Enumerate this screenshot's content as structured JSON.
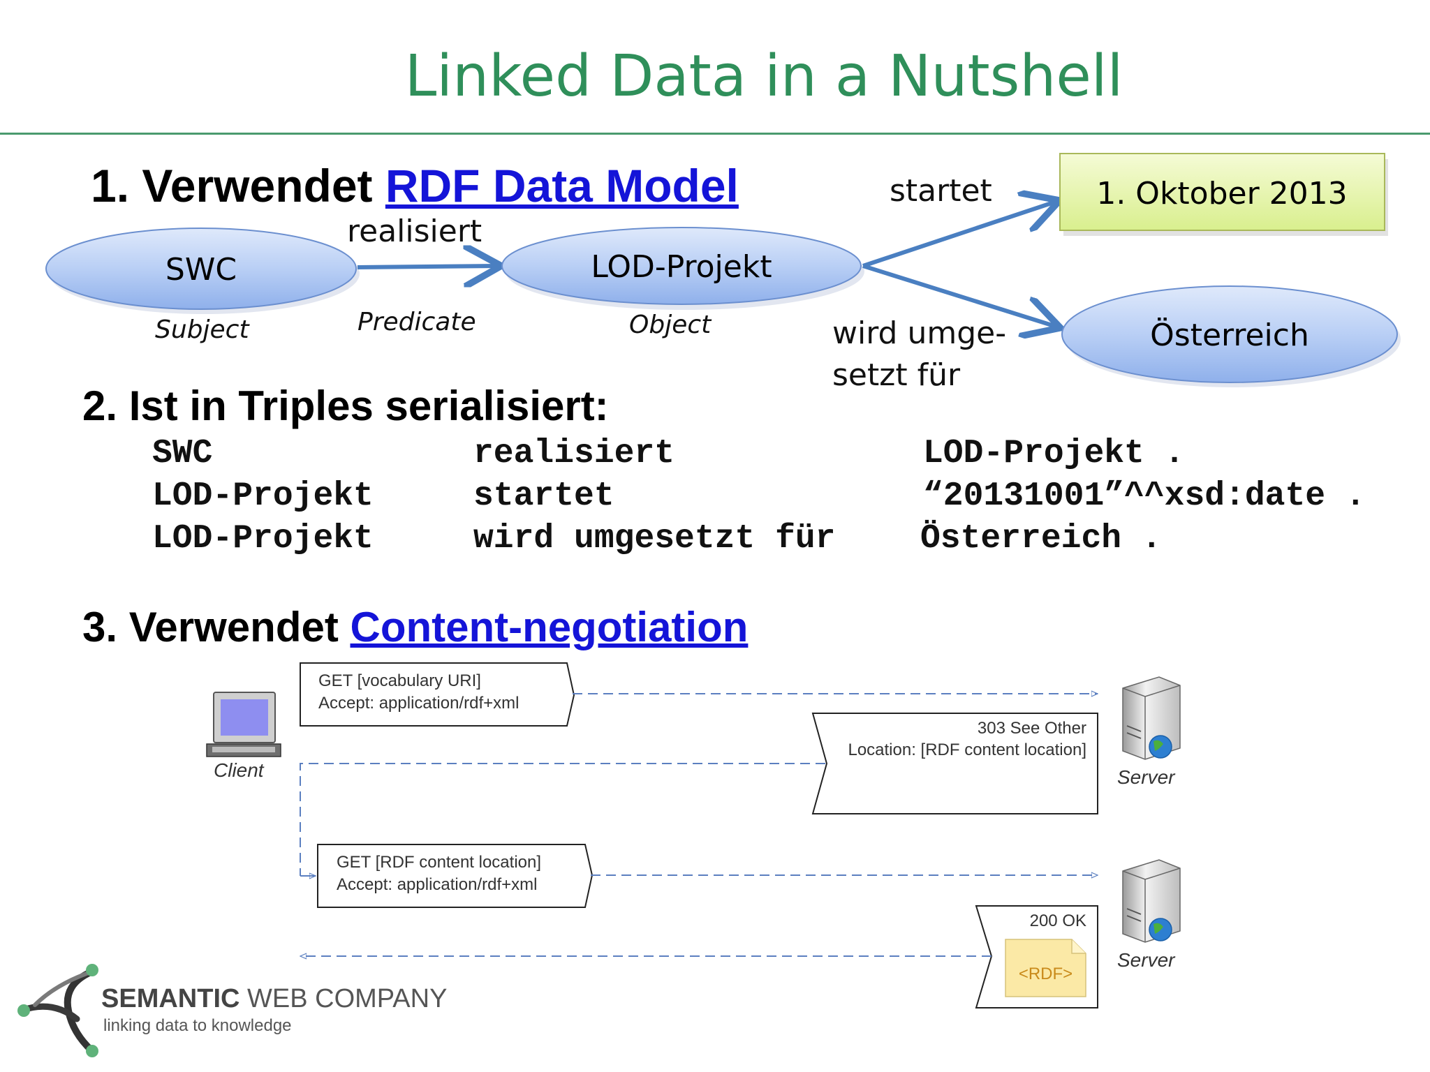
{
  "slide": {
    "title": "Linked Data in a Nutshell"
  },
  "section1": {
    "prefix": "1. Verwendet",
    "link": "RDF Data Model",
    "nodes": {
      "subject": "SWC",
      "object": "LOD-Projekt",
      "date": "1. Oktober 2013",
      "country": "Österreich"
    },
    "edges": {
      "realisiert": "realisiert",
      "startet": "startet",
      "umgesetzt_line1": "wird umge-",
      "umgesetzt_line2": "setzt für"
    },
    "roles": {
      "subject": "Subject",
      "predicate": "Predicate",
      "object": "Object"
    }
  },
  "section2": {
    "heading": "2. Ist in Triples serialisiert:",
    "triples": [
      {
        "s": "SWC",
        "p": "realisiert",
        "o": "LOD-Projekt ."
      },
      {
        "s": "LOD-Projekt",
        "p": "startet",
        "o": "“20131001”^^xsd:date ."
      },
      {
        "s": "LOD-Projekt",
        "p": "wird umgesetzt für",
        "o": "Österreich ."
      }
    ]
  },
  "section3": {
    "prefix": "3. Verwendet",
    "link": "Content-negotiation",
    "client_label": "Client",
    "server_label": "Server",
    "messages": {
      "req1_line1": "GET [vocabulary URI]",
      "req1_line2": "Accept: application/rdf+xml",
      "resp1_line1": "303 See Other",
      "resp1_line2": "Location: [RDF content location]",
      "req2_line1": "GET [RDF content location]",
      "req2_line2": "Accept: application/rdf+xml",
      "resp2_line1": "200 OK",
      "resp2_doc": "<RDF>"
    }
  },
  "logo": {
    "name_bold": "SEMANTIC",
    "name_rest": " WEB COMPANY",
    "tagline": "linking data to knowledge"
  }
}
